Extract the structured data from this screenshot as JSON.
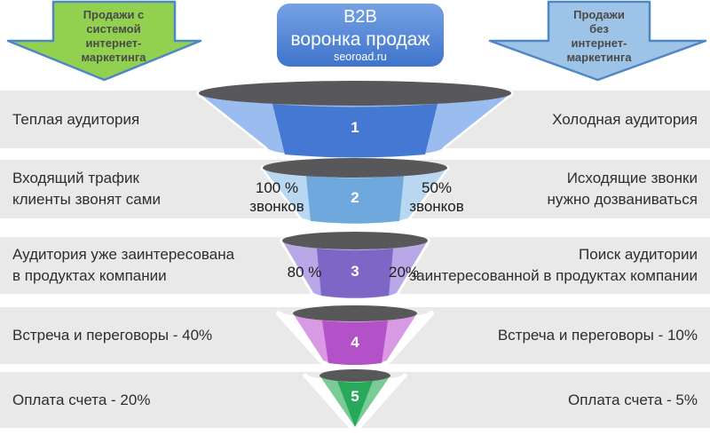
{
  "banner": {
    "line1": "B2B",
    "line2": "воронка продаж",
    "site": "seoroad.ru"
  },
  "left_arrow": {
    "lines": [
      "Продажи с",
      "системой",
      "интернет-",
      "маркетинга"
    ]
  },
  "right_arrow": {
    "lines": [
      "Продажи",
      "без",
      "интернет-",
      "маркетинга"
    ]
  },
  "bands": [
    {
      "left": [
        "Теплая аудитория",
        ""
      ],
      "right": [
        "Холодная аудитория",
        ""
      ]
    },
    {
      "left": [
        "Входящий трафик",
        "клиенты звонят сами"
      ],
      "right": [
        "Исходящие звонки",
        "нужно дозваниваться"
      ]
    },
    {
      "left": [
        "Аудитория уже заинтересована",
        "в продуктах компании"
      ],
      "right": [
        "Поиск аудитории",
        "заинтересованной в продуктах компании"
      ]
    },
    {
      "left": [
        "Встреча и переговоры - 40%",
        ""
      ],
      "right": [
        "Встреча и переговоры - 10%",
        ""
      ]
    },
    {
      "left": [
        "Оплата счета - 20%",
        ""
      ],
      "right": [
        "Оплата счета - 5%",
        ""
      ]
    }
  ],
  "funnel": {
    "levels": [
      {
        "number": "1",
        "front_color": "#4478d2",
        "side_color": "#9bbcee"
      },
      {
        "number": "2",
        "front_color": "#6fa8dc",
        "side_color": "#b9d7f0"
      },
      {
        "number": "3",
        "front_color": "#7d66c6",
        "side_color": "#b9a8e8"
      },
      {
        "number": "4",
        "front_color": "#b351c8",
        "side_color": "#d89ae3"
      },
      {
        "number": "5",
        "front_color": "#27a85a",
        "side_color": "#7bcb97"
      }
    ],
    "top_color": "#58585a",
    "annotations": {
      "left_calls_line1": "100 %",
      "left_calls_line2": "звонков",
      "right_calls_line1": "50%",
      "right_calls_line2": "звонков",
      "left_interest": "80 %",
      "right_interest": "20%"
    }
  },
  "colors": {
    "band_background": "#e9e9e9",
    "banner_blue": "#4a82d8",
    "left_arrow_fill": "#92d050",
    "right_arrow_fill": "#9dc3e6",
    "arrow_border": "#4f87c5"
  }
}
